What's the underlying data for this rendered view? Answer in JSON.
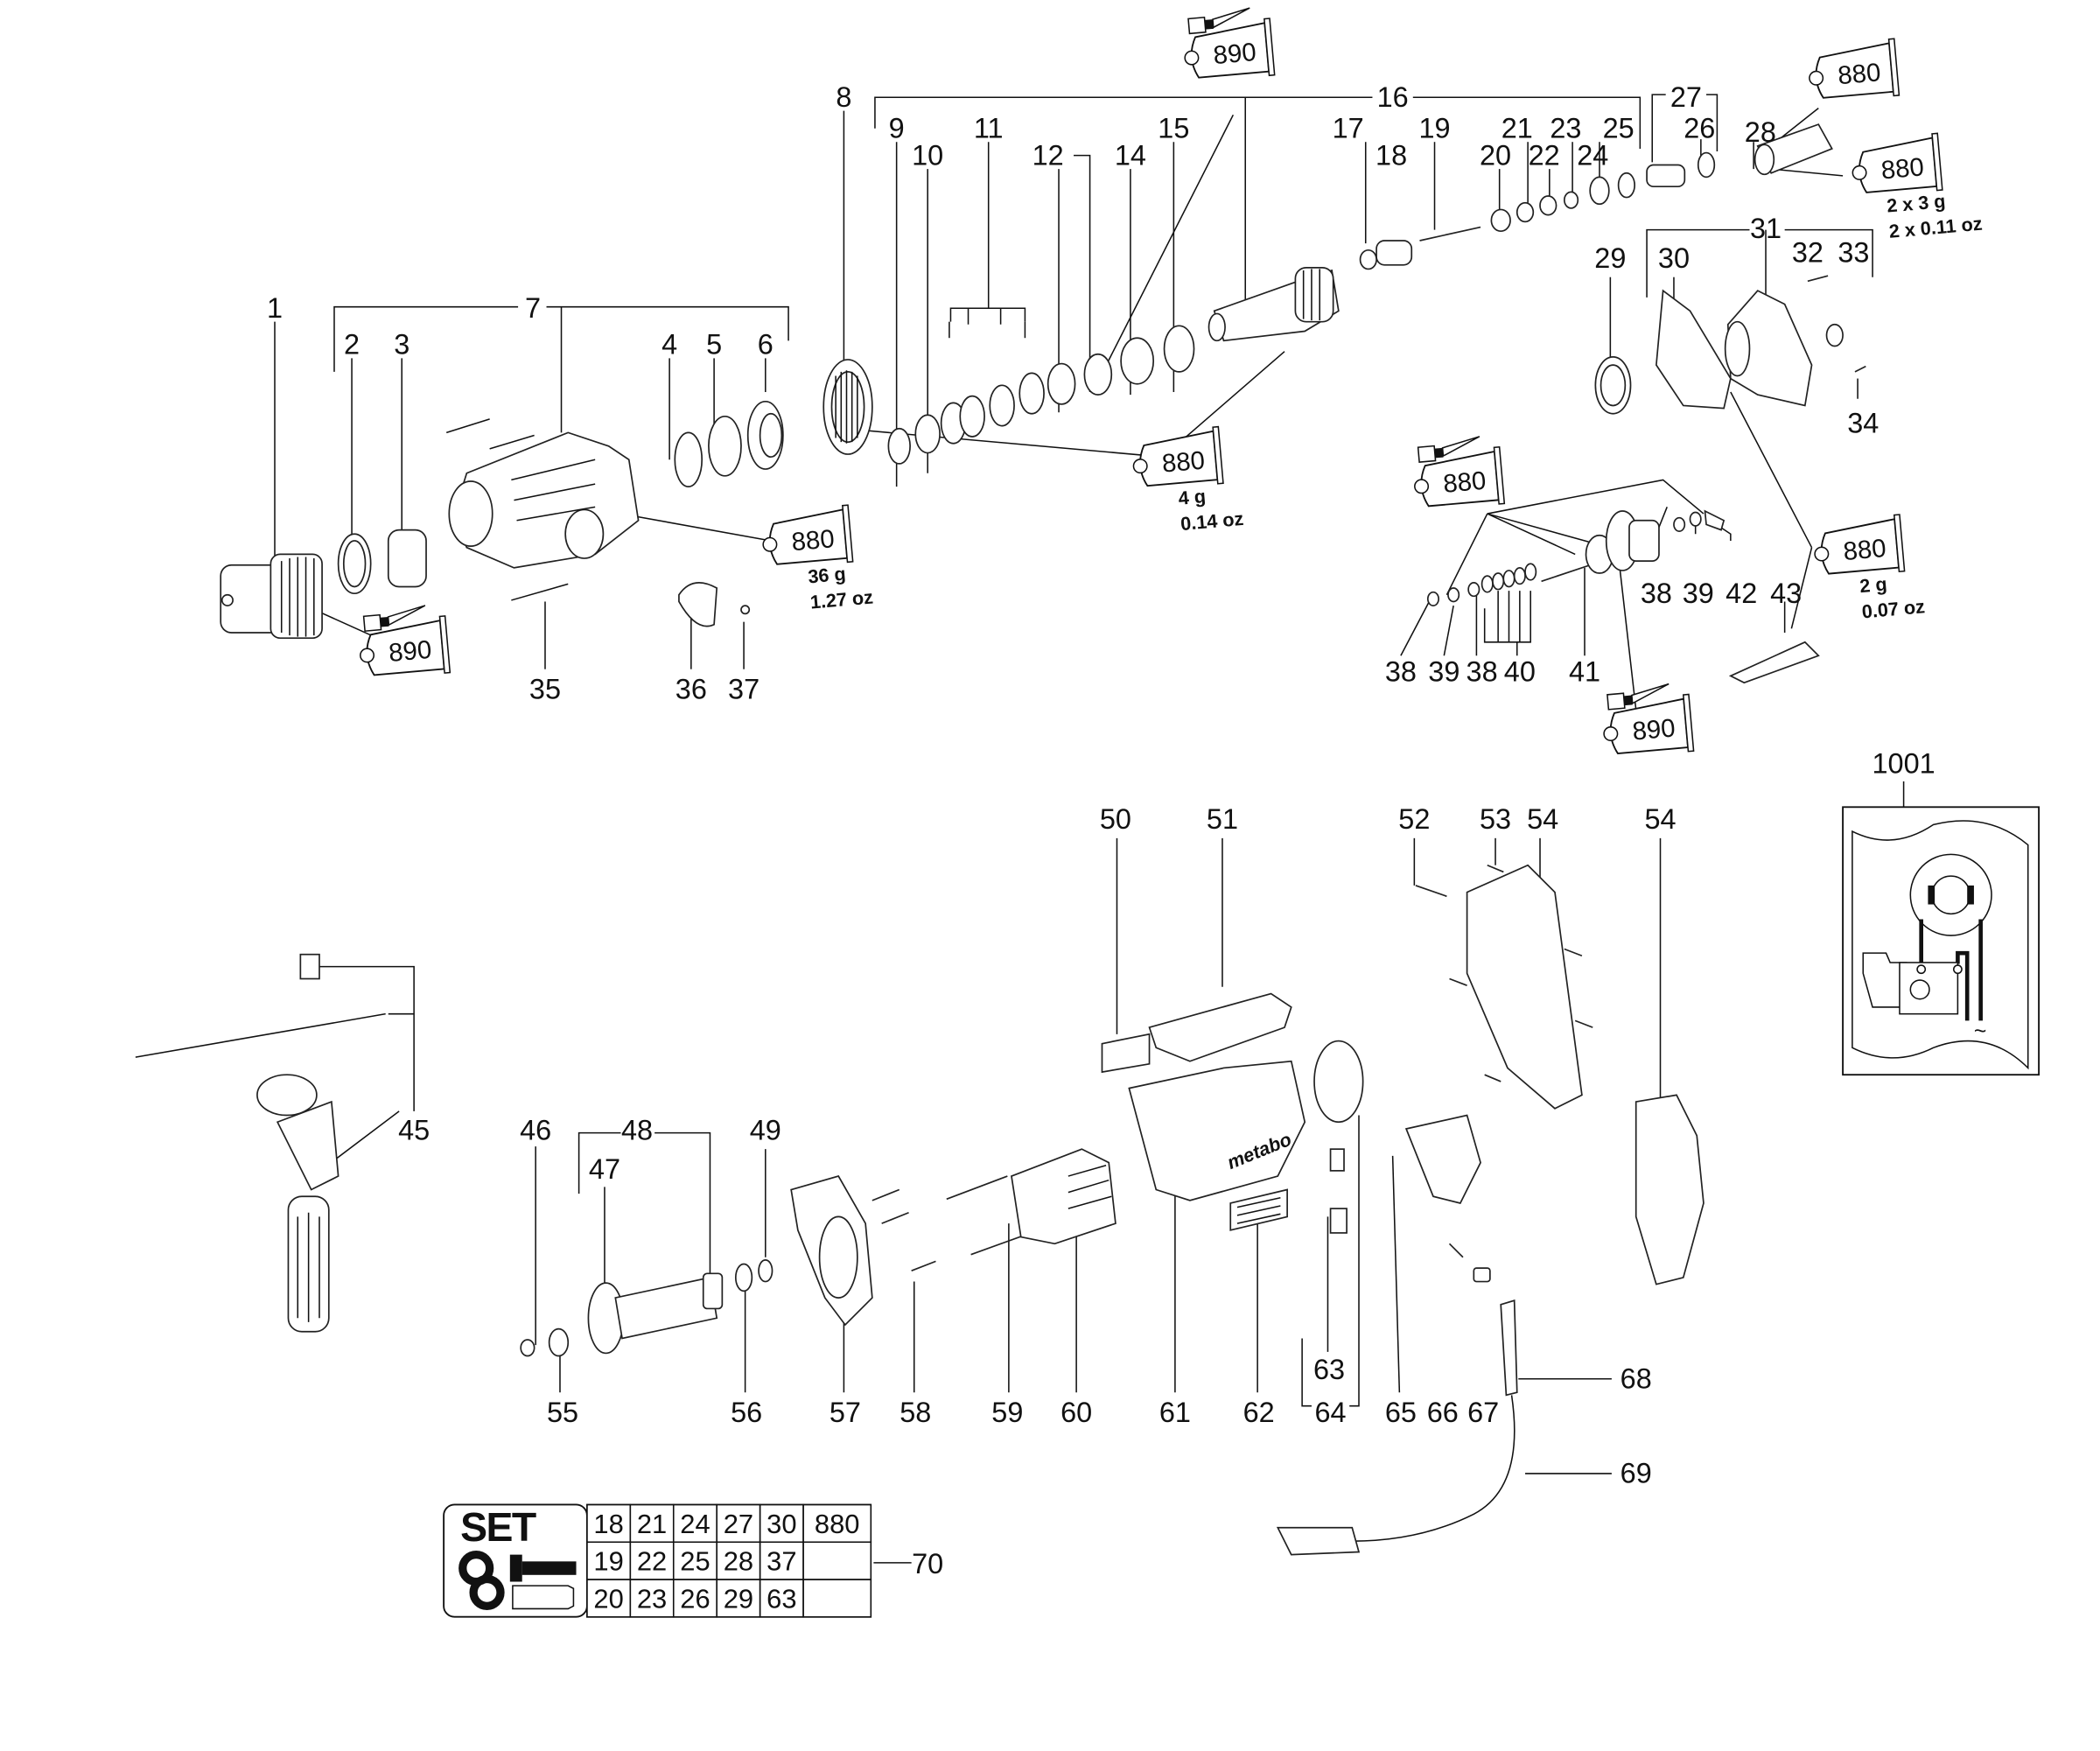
{
  "diagram": {
    "title": "Exploded parts diagram (metabo rotary hammer)",
    "brand_on_housing": "metabo",
    "part_labels": [
      {
        "id": "p1",
        "text": "1"
      },
      {
        "id": "p2",
        "text": "2"
      },
      {
        "id": "p3",
        "text": "3"
      },
      {
        "id": "p4",
        "text": "4"
      },
      {
        "id": "p5",
        "text": "5"
      },
      {
        "id": "p6",
        "text": "6"
      },
      {
        "id": "p7",
        "text": "7"
      },
      {
        "id": "p8",
        "text": "8"
      },
      {
        "id": "p9",
        "text": "9"
      },
      {
        "id": "p10",
        "text": "10"
      },
      {
        "id": "p11",
        "text": "11"
      },
      {
        "id": "p12",
        "text": "12"
      },
      {
        "id": "p14",
        "text": "14"
      },
      {
        "id": "p15",
        "text": "15"
      },
      {
        "id": "p16",
        "text": "16"
      },
      {
        "id": "p17",
        "text": "17"
      },
      {
        "id": "p18",
        "text": "18"
      },
      {
        "id": "p19",
        "text": "19"
      },
      {
        "id": "p20",
        "text": "20"
      },
      {
        "id": "p21",
        "text": "21"
      },
      {
        "id": "p22",
        "text": "22"
      },
      {
        "id": "p23",
        "text": "23"
      },
      {
        "id": "p24",
        "text": "24"
      },
      {
        "id": "p25",
        "text": "25"
      },
      {
        "id": "p26",
        "text": "26"
      },
      {
        "id": "p27",
        "text": "27"
      },
      {
        "id": "p28",
        "text": "28"
      },
      {
        "id": "p29",
        "text": "29"
      },
      {
        "id": "p30",
        "text": "30"
      },
      {
        "id": "p31",
        "text": "31"
      },
      {
        "id": "p32",
        "text": "32"
      },
      {
        "id": "p33",
        "text": "33"
      },
      {
        "id": "p34",
        "text": "34"
      },
      {
        "id": "p35",
        "text": "35"
      },
      {
        "id": "p36",
        "text": "36"
      },
      {
        "id": "p37",
        "text": "37"
      },
      {
        "id": "p38a",
        "text": "38"
      },
      {
        "id": "p39a",
        "text": "39"
      },
      {
        "id": "p38b",
        "text": "38"
      },
      {
        "id": "p40",
        "text": "40"
      },
      {
        "id": "p41",
        "text": "41"
      },
      {
        "id": "p38c",
        "text": "38"
      },
      {
        "id": "p39b",
        "text": "39"
      },
      {
        "id": "p42",
        "text": "42"
      },
      {
        "id": "p43",
        "text": "43"
      },
      {
        "id": "p45",
        "text": "45"
      },
      {
        "id": "p46",
        "text": "46"
      },
      {
        "id": "p47",
        "text": "47"
      },
      {
        "id": "p48",
        "text": "48"
      },
      {
        "id": "p49",
        "text": "49"
      },
      {
        "id": "p50",
        "text": "50"
      },
      {
        "id": "p51",
        "text": "51"
      },
      {
        "id": "p52",
        "text": "52"
      },
      {
        "id": "p53",
        "text": "53"
      },
      {
        "id": "p54a",
        "text": "54"
      },
      {
        "id": "p54b",
        "text": "54"
      },
      {
        "id": "p55",
        "text": "55"
      },
      {
        "id": "p56",
        "text": "56"
      },
      {
        "id": "p57",
        "text": "57"
      },
      {
        "id": "p58",
        "text": "58"
      },
      {
        "id": "p59",
        "text": "59"
      },
      {
        "id": "p60",
        "text": "60"
      },
      {
        "id": "p61",
        "text": "61"
      },
      {
        "id": "p62",
        "text": "62"
      },
      {
        "id": "p63",
        "text": "63"
      },
      {
        "id": "p64",
        "text": "64"
      },
      {
        "id": "p65",
        "text": "65"
      },
      {
        "id": "p66",
        "text": "66"
      },
      {
        "id": "p67",
        "text": "67"
      },
      {
        "id": "p68",
        "text": "68"
      },
      {
        "id": "p69",
        "text": "69"
      },
      {
        "id": "p70",
        "text": "70"
      },
      {
        "id": "p1001",
        "text": "1001"
      }
    ],
    "grease_tubes": [
      {
        "id": "t_top890",
        "code": "890",
        "brush": true,
        "amount": []
      },
      {
        "id": "t_28top",
        "code": "880",
        "brush": false,
        "amount": []
      },
      {
        "id": "t_28bot",
        "code": "880",
        "brush": false,
        "amount": [
          "2 x 3 g",
          "2 x 0.11 oz"
        ]
      },
      {
        "id": "t_8",
        "code": "880",
        "brush": false,
        "amount": [
          "4 g",
          "0.14 oz"
        ]
      },
      {
        "id": "t_7",
        "code": "880",
        "brush": false,
        "amount": [
          "36 g",
          "1.27 oz"
        ]
      },
      {
        "id": "t_1",
        "code": "890",
        "brush": true,
        "amount": []
      },
      {
        "id": "t_41top",
        "code": "880",
        "brush": true,
        "amount": []
      },
      {
        "id": "t_43",
        "code": "880",
        "brush": false,
        "amount": [
          "2 g",
          "0.07 oz"
        ]
      },
      {
        "id": "t_41bot",
        "code": "890",
        "brush": true,
        "amount": []
      }
    ],
    "set_table": {
      "title": "SET",
      "rows": [
        [
          "18",
          "21",
          "24",
          "27",
          "30",
          "880"
        ],
        [
          "19",
          "22",
          "25",
          "28",
          "37",
          ""
        ],
        [
          "20",
          "23",
          "26",
          "29",
          "63",
          ""
        ]
      ],
      "callout": "70"
    },
    "wiring_inset": {
      "label": "1001",
      "ac_symbol": "~"
    }
  }
}
